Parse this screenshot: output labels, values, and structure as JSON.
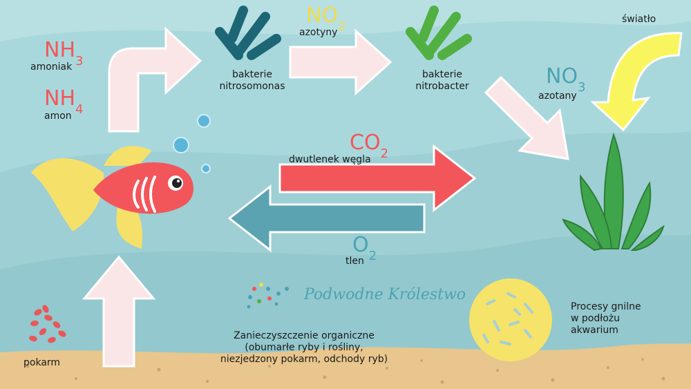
{
  "colors": {
    "water": "#a9d8dc",
    "sand": "#e8c68d",
    "fish": "#f2565a",
    "fin": "#f5e06a",
    "arrow_light": "#fbe6e7",
    "arrow_red": "#f2565a",
    "arrow_teal": "#5ba3b0",
    "sun_arrow": "#f9f55e",
    "bacteria_blue": "#1d6676",
    "bacteria_green": "#52b043",
    "plant": "#3fa54a",
    "text_red": "#f2565a",
    "text_yellow": "#f0dc4a",
    "text_teal": "#4aa3b3",
    "circle_yellow": "#f5e36a"
  },
  "chemicals": {
    "nh3": {
      "base": "NH",
      "sub": "3",
      "label": "amoniak"
    },
    "nh4": {
      "base": "NH",
      "sub": "4",
      "label": "amon"
    },
    "no2": {
      "base": "NO",
      "sub": "2",
      "label": "azotyny"
    },
    "no3": {
      "base": "NO",
      "sub": "3",
      "label": "azotany"
    },
    "co2": {
      "base": "CO",
      "sub": "2",
      "label": "dwutlenek węgla"
    },
    "o2": {
      "base": "O",
      "sub": "2",
      "label": "tlen"
    }
  },
  "labels": {
    "bacteria1": [
      "bakterie",
      "nitrosomonas"
    ],
    "bacteria2": [
      "bakterie",
      "nitrobacter"
    ],
    "light": "światło",
    "food": "pokarm",
    "organic": [
      "Zanieczyszczenie organiczne",
      "(obumarłe ryby i rośliny,",
      "niezjedzony pokarm, odchody ryb)"
    ],
    "rotting": [
      "Procesy gnilne",
      "w podłożu",
      "akwarium"
    ],
    "logo": "Podwodne Królestwo"
  },
  "icons": {
    "fish": "fish-icon",
    "bacteria1": "bacteria-icon",
    "bacteria2": "bacteria-icon",
    "plant": "plant-icon",
    "food": "food-pellets-icon",
    "rotting": "rotting-circle-icon",
    "bubbles": "bubbles-icon",
    "logo": "logo-icon"
  }
}
